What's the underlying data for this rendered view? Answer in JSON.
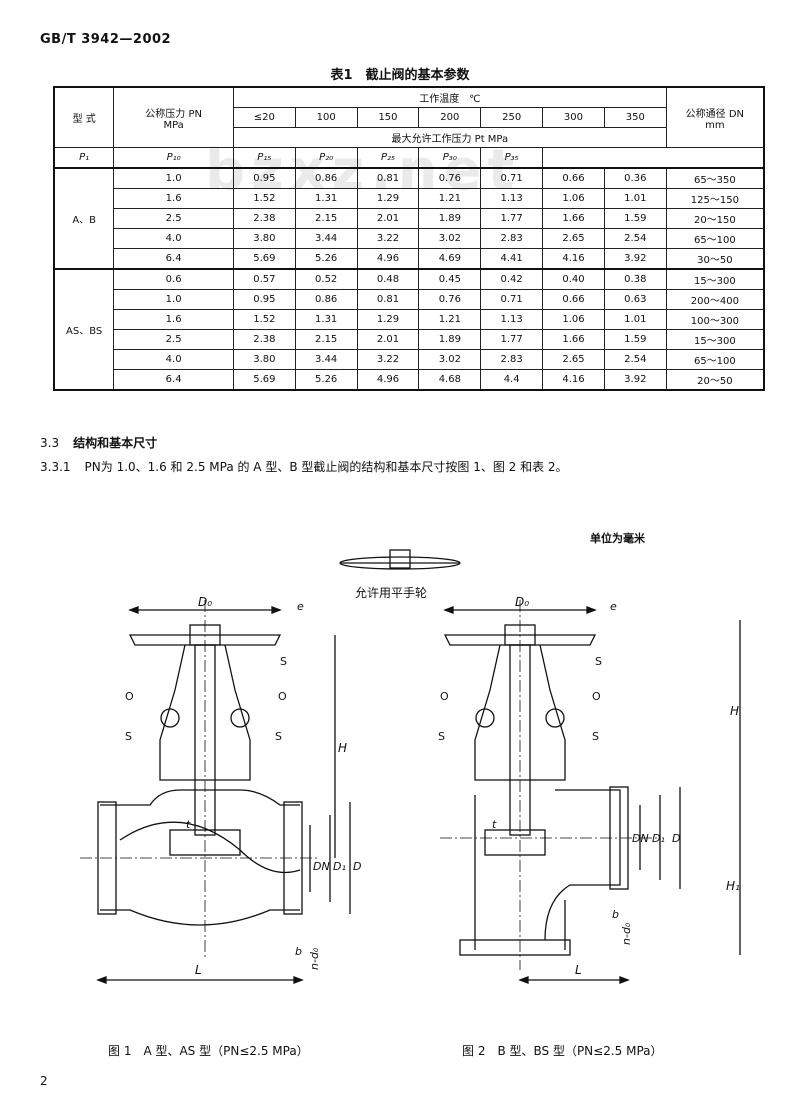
{
  "header": {
    "std_code": "GB/T 3942—2002"
  },
  "watermark": "bzxz.net",
  "table1": {
    "title": "表1　截止阀的基本参数",
    "col_type": "型 式",
    "col_pn": "公称压力 PN\nMPa",
    "col_temp": "工作温度　℃",
    "col_dn": "公称通径 DN\nmm",
    "temps": [
      "≤20",
      "100",
      "150",
      "200",
      "250",
      "300",
      "350"
    ],
    "max_pressure_label": "最大允许工作压力 Pt MPa",
    "symbols": [
      "P₁",
      "P₁₀",
      "P₁₅",
      "P₂₀",
      "P₂₅",
      "P₃₀",
      "P₃₅"
    ],
    "groups": [
      {
        "type": "A、B",
        "rows": [
          {
            "pn": "1.0",
            "values": [
              "0.95",
              "0.86",
              "0.81",
              "0.76",
              "0.71",
              "0.66",
              "0.36"
            ],
            "dn": "65～350"
          },
          {
            "pn": "1.6",
            "values": [
              "1.52",
              "1.31",
              "1.29",
              "1.21",
              "1.13",
              "1.06",
              "1.01"
            ],
            "dn": "125～150"
          },
          {
            "pn": "2.5",
            "values": [
              "2.38",
              "2.15",
              "2.01",
              "1.89",
              "1.77",
              "1.66",
              "1.59"
            ],
            "dn": "20～150"
          },
          {
            "pn": "4.0",
            "values": [
              "3.80",
              "3.44",
              "3.22",
              "3.02",
              "2.83",
              "2.65",
              "2.54"
            ],
            "dn": "65～100"
          },
          {
            "pn": "6.4",
            "values": [
              "5.69",
              "5.26",
              "4.96",
              "4.69",
              "4.41",
              "4.16",
              "3.92"
            ],
            "dn": "30～50"
          }
        ]
      },
      {
        "type": "AS、BS",
        "rows": [
          {
            "pn": "0.6",
            "values": [
              "0.57",
              "0.52",
              "0.48",
              "0.45",
              "0.42",
              "0.40",
              "0.38"
            ],
            "dn": "15～300"
          },
          {
            "pn": "1.0",
            "values": [
              "0.95",
              "0.86",
              "0.81",
              "0.76",
              "0.71",
              "0.66",
              "0.63"
            ],
            "dn": "200～400"
          },
          {
            "pn": "1.6",
            "values": [
              "1.52",
              "1.31",
              "1.29",
              "1.21",
              "1.13",
              "1.06",
              "1.01"
            ],
            "dn": "100～300"
          },
          {
            "pn": "2.5",
            "values": [
              "2.38",
              "2.15",
              "2.01",
              "1.89",
              "1.77",
              "1.66",
              "1.59"
            ],
            "dn": "15～300"
          },
          {
            "pn": "4.0",
            "values": [
              "3.80",
              "3.44",
              "3.22",
              "3.02",
              "2.83",
              "2.65",
              "2.54"
            ],
            "dn": "65～100"
          },
          {
            "pn": "6.4",
            "values": [
              "5.69",
              "5.26",
              "4.96",
              "4.68",
              "4.4",
              "4.16",
              "3.92"
            ],
            "dn": "20～50"
          }
        ]
      }
    ]
  },
  "section": {
    "number": "3.3",
    "title": "结构和基本尺寸"
  },
  "paragraph": {
    "number": "3.3.1",
    "text": "PN为 1.0、1.6 和 2.5 MPa 的 A 型、B 型截止阀的结构和基本尺寸按图 1、图 2 和表 2。"
  },
  "drawing": {
    "unit_note": "单位为毫米",
    "handwheel_note": "允许用平手轮",
    "labels": {
      "d0": "D₀",
      "h": "H",
      "h1": "H₁",
      "dn": "DN",
      "d1": "D₁",
      "d": "D",
      "b": "b",
      "l": "L",
      "t": "t",
      "s": "S",
      "o": "O",
      "n_d0": "n-d₀",
      "e": "e"
    }
  },
  "captions": {
    "fig1": "图 1　A 型、AS 型（PN≤2.5 MPa）",
    "fig2": "图 2　B 型、BS 型（PN≤2.5 MPa）"
  },
  "footer": {
    "page": "2"
  }
}
